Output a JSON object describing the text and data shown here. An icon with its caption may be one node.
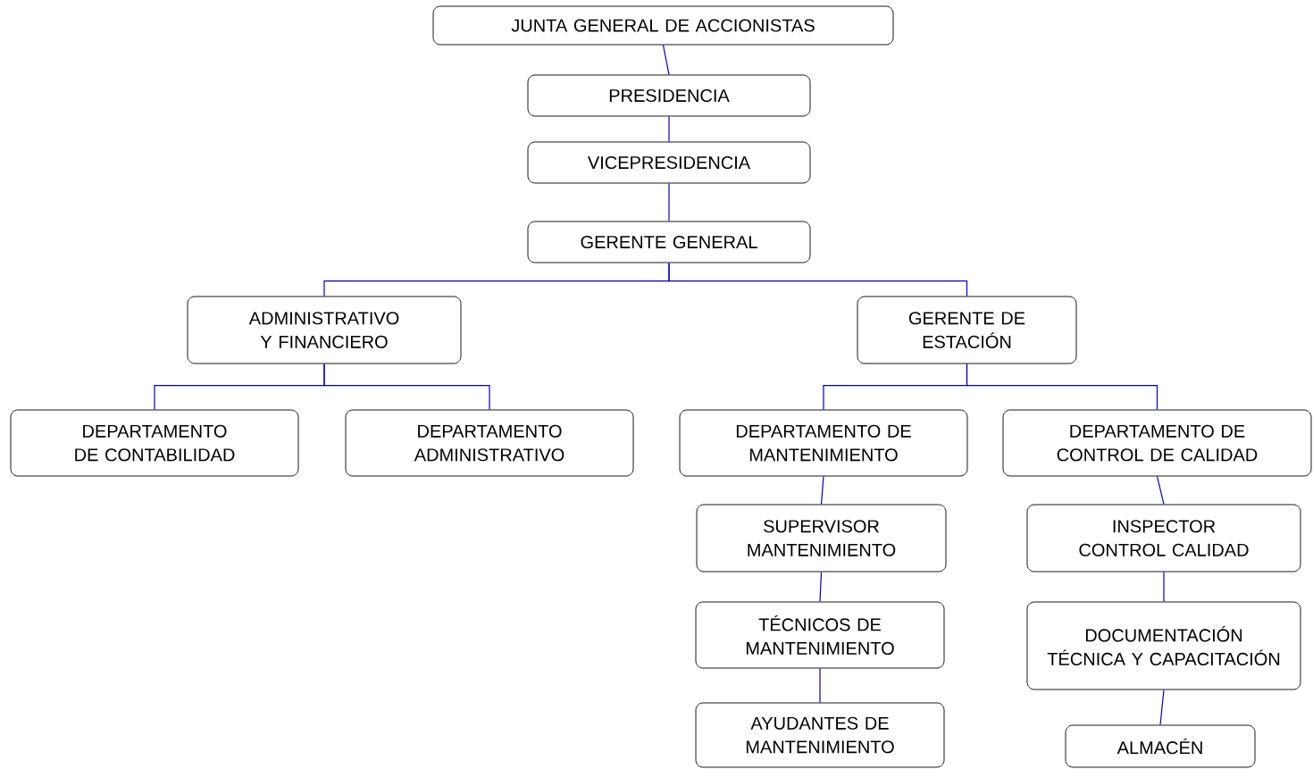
{
  "diagram": {
    "nodes": [
      {
        "text": [
          "JUNTA GENERAL DE ACCIONISTAS"
        ]
      },
      {
        "text": [
          "PRESIDENCIA"
        ]
      },
      {
        "text": [
          "VICEPRESIDENCIA"
        ]
      },
      {
        "text": [
          "GERENTE GENERAL"
        ]
      },
      {
        "text": [
          "ADMINISTRATIVO Y FINANCIERO"
        ]
      },
      {
        "text": [
          "GERENTE DE ESTACIÓN"
        ]
      },
      {
        "text": [
          "DEPARTAMENTO DE CONTABILIDAD"
        ]
      },
      {
        "text": [
          "DEPARTAMENTO ADMINISTRATIVO"
        ]
      },
      {
        "text": [
          "DEPARTAMENTO DE MANTENIMIENTO"
        ]
      },
      {
        "text": [
          "DEPARTAMENTO DE CONTROL DE CALIDAD"
        ]
      },
      {
        "text": [
          "SUPERVISOR MANTENIMIENTO"
        ]
      },
      {
        "text": [
          "TÉCNICOS DE MANTENIMIENTO"
        ]
      },
      {
        "text": [
          "AYUDANTES DE MANTENIMIENTO"
        ]
      },
      {
        "text": [
          "INSPECTOR CONTROL CALIDAD"
        ]
      },
      {
        "text": [
          "DOCUMENTACIÓN TÉCNICA Y CAPACITACIÓN"
        ]
      },
      {
        "text": [
          "ALMACÉN"
        ]
      }
    ],
    "edges": [
      {
        "from": 0,
        "to": 1,
        "arrow": "none",
        "color": "#0000cc"
      },
      {
        "from": 1,
        "to": 2,
        "arrow": "none",
        "color": "#0000cc"
      },
      {
        "from": 2,
        "to": 3,
        "arrow": "none",
        "color": "#0000cc"
      },
      {
        "from": 3,
        "to": 4,
        "arrow": "none",
        "color": "#0000cc"
      },
      {
        "from": 3,
        "to": 5,
        "arrow": "none",
        "color": "#0000cc"
      },
      {
        "from": 4,
        "to": 6,
        "arrow": "none",
        "color": "#0000cc"
      },
      {
        "from": 4,
        "to": 7,
        "arrow": "none",
        "color": "#0000cc"
      },
      {
        "from": 5,
        "to": 8,
        "arrow": "none",
        "color": "#0000cc"
      },
      {
        "from": 5,
        "to": 9,
        "arrow": "none",
        "color": "#0000cc"
      },
      {
        "from": 8,
        "to": 10,
        "arrow": "none",
        "color": "#0000cc"
      },
      {
        "from": 10,
        "to": 11,
        "arrow": "none",
        "color": "#0000cc"
      },
      {
        "from": 11,
        "to": 12,
        "arrow": "none",
        "color": "#0000cc"
      },
      {
        "from": 9,
        "to": 13,
        "arrow": "none",
        "color": "#0000cc"
      },
      {
        "from": 13,
        "to": 14,
        "arrow": "none",
        "color": "#0000cc"
      },
      {
        "from": 14,
        "to": 15,
        "arrow": "none",
        "color": "#0000cc"
      }
    ]
  }
}
